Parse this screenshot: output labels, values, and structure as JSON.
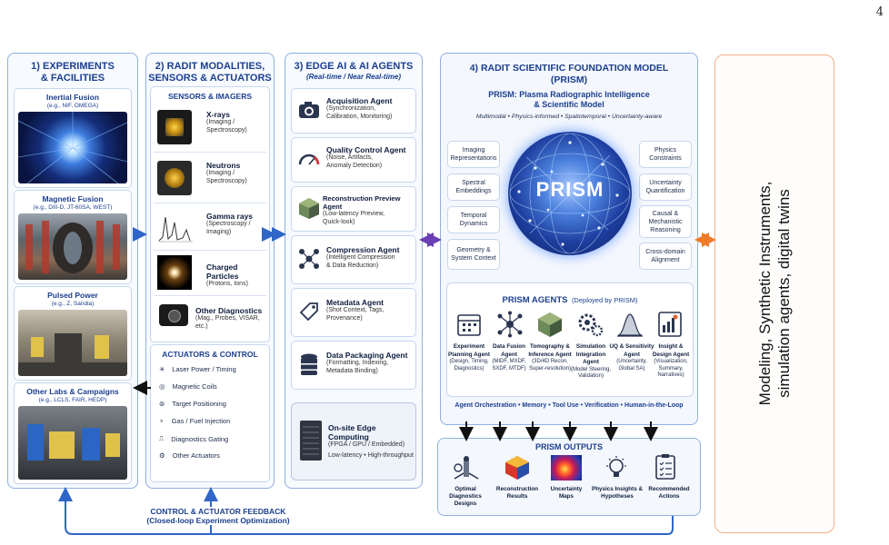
{
  "page_number": "4",
  "panel1": {
    "title_line1": "1) EXPERIMENTS",
    "title_line2": "& FACILITIES",
    "facilities": [
      {
        "title": "Inertial Fusion",
        "sub": "(e.g., NIF, OMEGA)"
      },
      {
        "title": "Magnetic Fusion",
        "sub": "(e.g., DIII-D, JT-60SA, WEST)"
      },
      {
        "title": "Pulsed Power",
        "sub": "(e.g., Z, Sandia)"
      },
      {
        "title": "Other Labs & Campaigns",
        "sub": "(e.g., LCLS, FAIR, HEDP)"
      }
    ]
  },
  "panel2": {
    "title_line1": "2) RADIT MODALITIES,",
    "title_line2": "SENSORS & ACTUATORS",
    "sensors_header": "SENSORS & IMAGERS",
    "sensors": [
      {
        "title": "X-rays",
        "desc1": "(Imaging /",
        "desc2": "Spectroscopy)"
      },
      {
        "title": "Neutrons",
        "desc1": "(Imaging /",
        "desc2": "Spectroscopy)"
      },
      {
        "title": "Gamma rays",
        "desc1": "(Spectroscopy /",
        "desc2": "Imaging)"
      },
      {
        "title": "Charged Particles",
        "desc1": "(Protons, Ions)",
        "desc2": ""
      },
      {
        "title": "Other Diagnostics",
        "desc1": "(Mag., Probes, VISAR, etc.)",
        "desc2": ""
      }
    ],
    "actuators_header": "ACTUATORS & CONTROL",
    "actuators": [
      "Laser Power / Timing",
      "Magnetic Coils",
      "Target Positioning",
      "Gas / Fuel Injection",
      "Diagnostics Gating",
      "Other Actuators"
    ]
  },
  "panel3": {
    "title": "3) EDGE AI & AI AGENTS",
    "subtitle": "(Real-time / Near Real-time)",
    "agents": [
      {
        "title": "Acquisition Agent",
        "desc1": "(Synchronization,",
        "desc2": "Calibration, Monitoring)"
      },
      {
        "title": "Quality Control Agent",
        "desc1": "(Noise, Artifacts,",
        "desc2": "Anomaly Detection)"
      },
      {
        "title": "Reconstruction Preview Agent",
        "desc1": "(Low-latency Preview,",
        "desc2": "Quick-look)"
      },
      {
        "title": "Compression Agent",
        "desc1": "(Intelligent Compression",
        "desc2": "& Data Reduction)"
      },
      {
        "title": "Metadata Agent",
        "desc1": "(Shot Context, Tags,",
        "desc2": "Provenance)"
      },
      {
        "title": "Data Packaging Agent",
        "desc1": "(Formatting, Indexing,",
        "desc2": "Metadata Binding)"
      }
    ],
    "edge": {
      "title": "On-site Edge Computing",
      "desc1": "(FPGA / GPU / Embedded)",
      "desc2": "Low-latency • High-throughput"
    }
  },
  "panel4": {
    "title_line1": "4) RADIT SCIENTIFIC FOUNDATION MODEL",
    "title_line2": "(PRISM)",
    "prism_line1": "PRISM: Plasma Radiographic Intelligence",
    "prism_line2": "& Scientific Model",
    "tagline": "Multimodal • Physics-informed • Spatiotemporal • Uncertainty-aware",
    "sphere_label": "PRISM",
    "left_boxes": [
      [
        "Imaging",
        "Representations"
      ],
      [
        "Spectral",
        "Embeddings"
      ],
      [
        "Temporal",
        "Dynamics"
      ],
      [
        "Geometry &",
        "System Context"
      ]
    ],
    "right_boxes": [
      [
        "Physics",
        "Constraints"
      ],
      [
        "Uncertainty",
        "Quantification"
      ],
      [
        "Causal &",
        "Mechanistic",
        "Reasoning"
      ],
      [
        "Cross-domain",
        "Alignment"
      ]
    ],
    "agents_header": "PRISM AGENTS",
    "agents_header_sub": "(Deployed by PRISM)",
    "prism_agents": [
      {
        "lines": [
          "Experiment",
          "Planning Agent"
        ],
        "desc": [
          "(Design, Timing,",
          "Diagnostics)"
        ]
      },
      {
        "lines": [
          "Data Fusion",
          "Agent"
        ],
        "desc": [
          "(MIDF, MXDF,",
          "SXDF, MTDF)"
        ]
      },
      {
        "lines": [
          "Tomography &",
          "Inference Agent"
        ],
        "desc": [
          "(3D/4D Recon,",
          "Super-resolution)"
        ]
      },
      {
        "lines": [
          "Simulation",
          "Integration",
          "Agent"
        ],
        "desc": [
          "(Model Steering,",
          "Validation)"
        ]
      },
      {
        "lines": [
          "UQ & Sensitivity",
          "Agent"
        ],
        "desc": [
          "(Uncertainty,",
          "Global SA)"
        ]
      },
      {
        "lines": [
          "Insight &",
          "Design Agent"
        ],
        "desc": [
          "(Visualization,",
          "Summary,",
          "Narratives)"
        ]
      }
    ],
    "orchestration": "Agent Orchestration • Memory • Tool Use • Verification • Human-in-the-Loop"
  },
  "outputs": {
    "header": "PRISM OUTPUTS",
    "items": [
      [
        "Optimal Diagnostics",
        "Designs"
      ],
      [
        "Reconstruction",
        "Results"
      ],
      [
        "Uncertainty",
        "Maps"
      ],
      [
        "Physics Insights &",
        "Hypotheses"
      ],
      [
        "Recommended",
        "Actions"
      ]
    ]
  },
  "feedback": {
    "line1": "CONTROL & ACTUATOR FEEDBACK",
    "line2": "(Closed-loop Experiment Optimization)"
  },
  "right_panel": {
    "line1": "Modeling, Synthetic Instruments,",
    "line2": "simulation agents, digital twins"
  },
  "colors": {
    "primary": "#1c3f8f",
    "arrow_blue": "#2f66c8",
    "arrow_purple": "#6a3fb5",
    "arrow_orange": "#f07a2a",
    "right_border": "#f4b08a"
  }
}
